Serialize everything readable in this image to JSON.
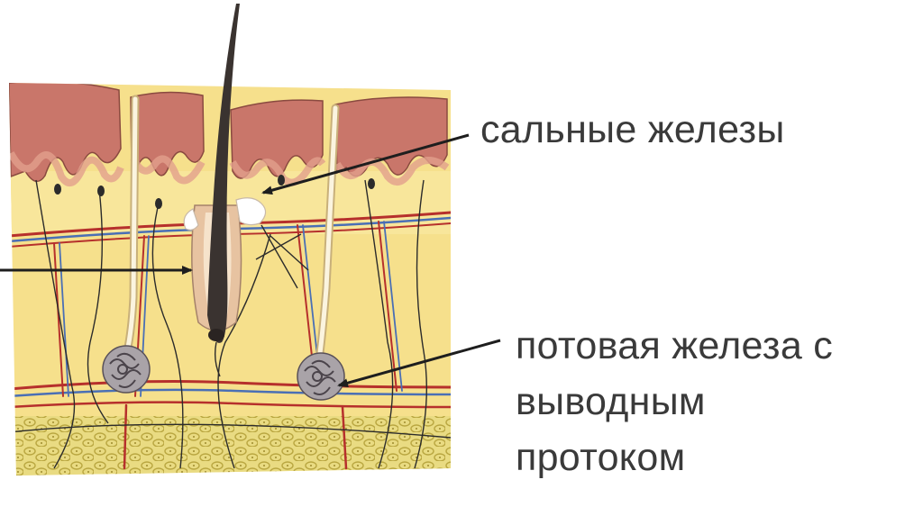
{
  "labels": {
    "sebaceous_glands": "сальные железы",
    "sweat_gland": {
      "line1": "потовая железа с",
      "line2": "выводным",
      "line3": "протоком"
    }
  },
  "colors": {
    "epidermis": "#c9766a",
    "epidermis_light": "#e2a08c",
    "dermis": "#f6e08c",
    "fat": "#e7d77a",
    "fat_cell": "#d6c65c",
    "vessel_red": "#b6302c",
    "vessel_blue": "#4a6fb5",
    "hair": "#3a3330",
    "arrow": "#1e1e1e",
    "text": "#3a3a3a"
  }
}
